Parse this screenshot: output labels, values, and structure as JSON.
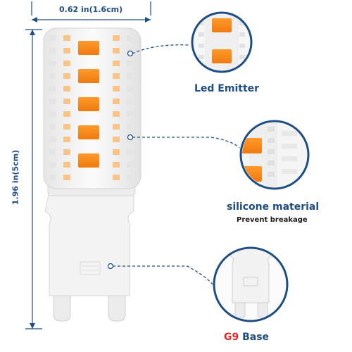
{
  "dimensions": {
    "width": "0.62 in(1.6cm)",
    "height": "1.96 in(5cm)"
  },
  "callouts": {
    "emitter": "Led Emitter",
    "material": "silicone material",
    "material_sub": "Prevent breakage",
    "base_code": "G9",
    "base_word": "Base"
  },
  "colors": {
    "dimension": "#1e4e84",
    "accent": "#e3262a",
    "led": "#f7931e",
    "body": "#f1f1f1",
    "ring": "#1e4e84"
  }
}
